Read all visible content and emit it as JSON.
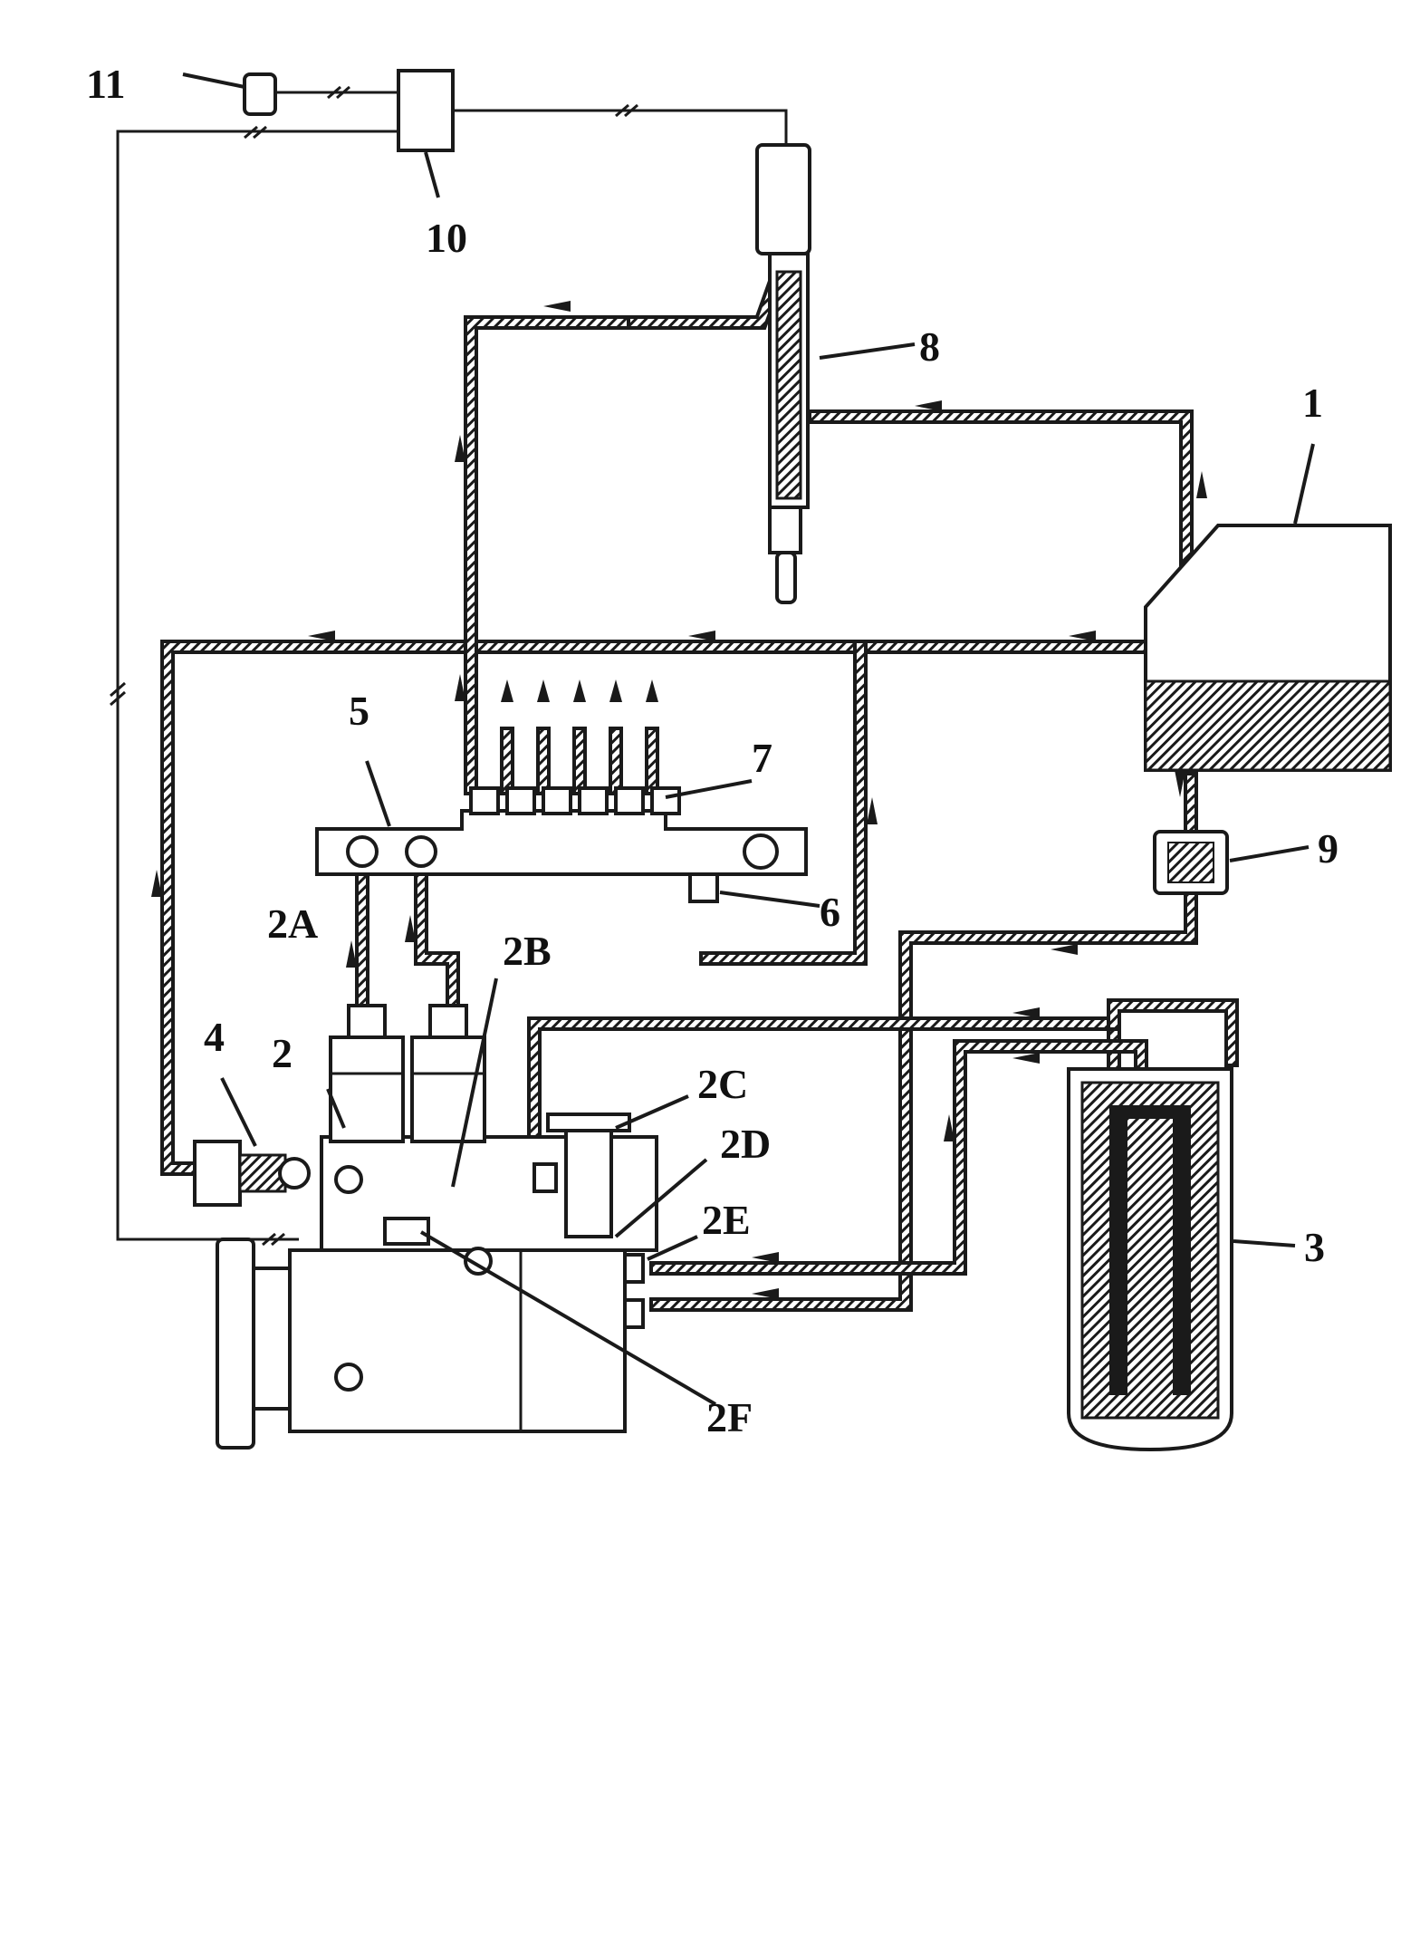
{
  "labels": {
    "tank": "1",
    "pump": "2",
    "pump_2a": "2A",
    "pump_2b": "2B",
    "pump_2c": "2C",
    "pump_2d": "2D",
    "pump_2e": "2E",
    "pump_2f": "2F",
    "filter": "3",
    "valve": "4",
    "rail": "5",
    "limiter": "6",
    "injector_lines": "7",
    "injector": "8",
    "cooler": "9",
    "ecu": "10",
    "sensor": "11"
  },
  "colors": {
    "line": "#1a1a1a",
    "background": "#ffffff"
  }
}
